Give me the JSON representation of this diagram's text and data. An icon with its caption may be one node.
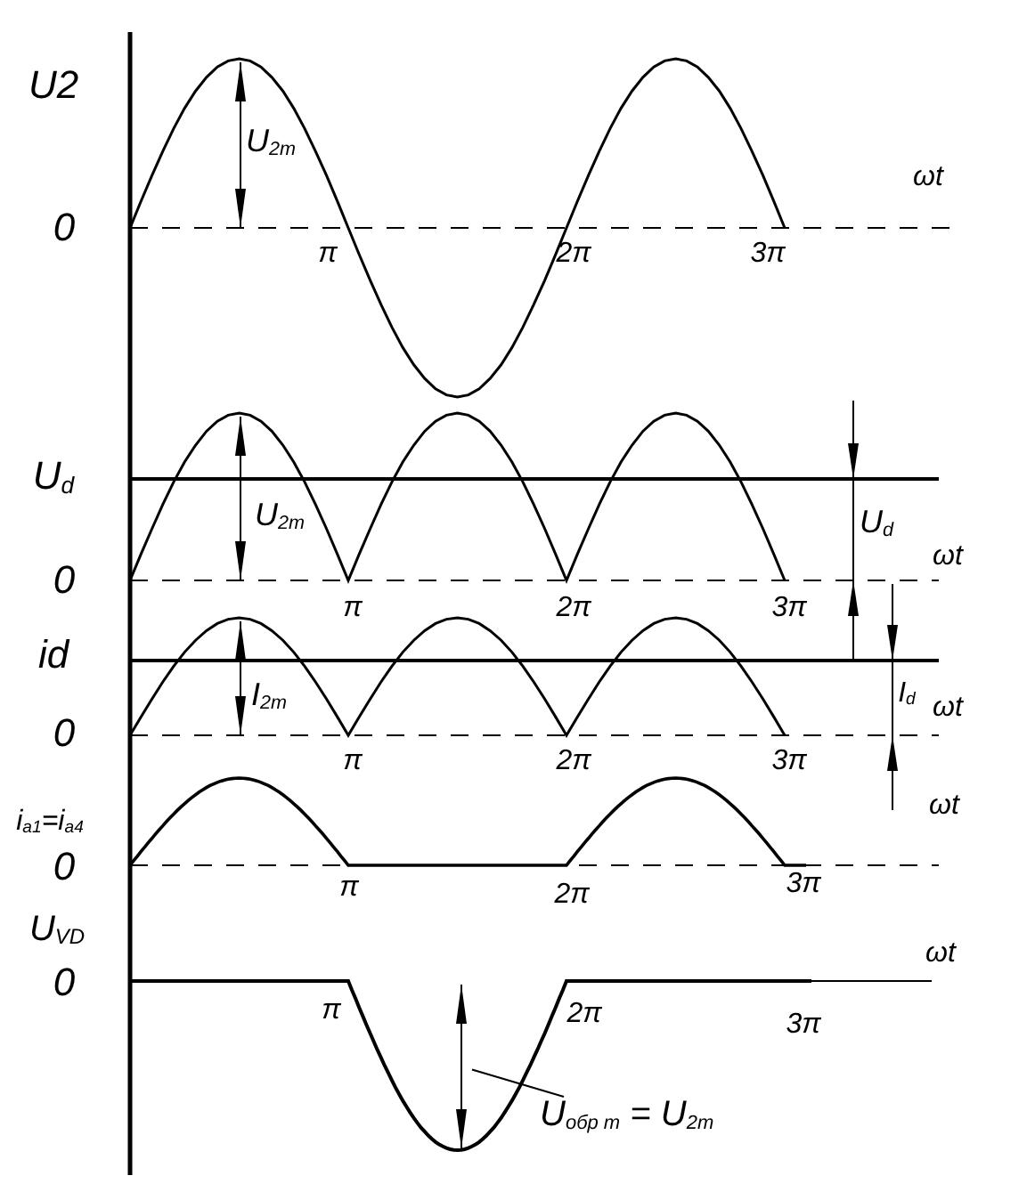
{
  "diagram": {
    "nodes": [
      {
        "text": [
          "U$_{обр m}$ = U$_{2m}$"
        ]
      },
      {
        "text": [],
        "shape": "arrow"
      }
    ],
    "edges": [
      {
        "from": 0,
        "to": 1,
        "arrow": "none"
      }
    ],
    "labels": [
      "U2",
      "U$_{2m}$",
      "0",
      "π",
      "2π",
      "3π",
      "ωt",
      "U$_{d}$",
      "U$_{2m}$",
      "0",
      "π",
      "2π",
      "3π",
      "U$_{d}$",
      "ωt",
      "id",
      "I$_{2m}$",
      "0",
      "π",
      "2π",
      "3π",
      "I$_{d}$",
      "ωt",
      "i$_{a1}$=i$_{a4}$",
      "ωt",
      "0",
      "π",
      "2π",
      "3π",
      "U$_{VD}$",
      "ωt",
      "0",
      "π",
      "2π",
      "3π"
    ]
  }
}
